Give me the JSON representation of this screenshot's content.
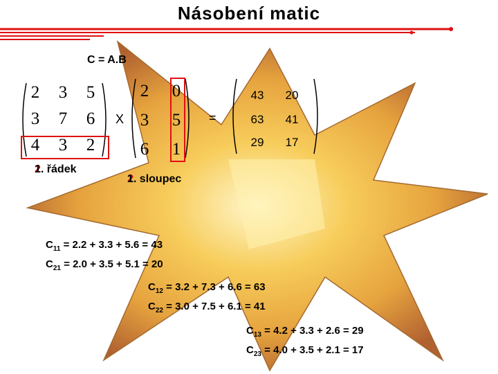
{
  "slide": {
    "title": "Násobení matic",
    "formula": "C = A.B",
    "times_sign": "X",
    "equals_sign": "="
  },
  "matrix_a": {
    "rows": [
      [
        "2",
        "3",
        "5"
      ],
      [
        "3",
        "7",
        "6"
      ],
      [
        "4",
        "3",
        "2"
      ]
    ]
  },
  "matrix_b": {
    "rows": [
      [
        "2",
        "0"
      ],
      [
        "3",
        "5"
      ],
      [
        "6",
        "1"
      ]
    ]
  },
  "matrix_c": {
    "rows": [
      [
        "43",
        "20"
      ],
      [
        "63",
        "41"
      ],
      [
        "29",
        "17"
      ]
    ]
  },
  "row_indicator": {
    "ghost_number": "2",
    "number": "1",
    "text": ". řádek"
  },
  "column_indicator": {
    "ghost_number": "2",
    "number": "1",
    "text": ". sloupec"
  },
  "calculations": [
    {
      "var": "C",
      "idx": "11",
      "expr": " = 2.2 + 3.3 + 5.6 = 43"
    },
    {
      "var": "C",
      "idx": "21",
      "expr": " = 2.0 + 3.5 + 5.1 = 20"
    },
    {
      "var": "C",
      "idx": "12",
      "expr": " = 3.2 + 7.3 + 6.6 = 63"
    },
    {
      "var": "C",
      "idx": "22",
      "expr": " = 3.0 + 7.5 + 6.1 = 41"
    },
    {
      "var": "C",
      "idx": "13",
      "expr": " = 4.2 + 3.3 + 2.6 = 29"
    },
    {
      "var": "C",
      "idx": "23",
      "expr": " = 4.0 + 3.5 + 2.1 = 17"
    }
  ],
  "colors": {
    "accent": "#e01010",
    "star_fill": "#f5b82e",
    "star_dark": "#b0601a"
  }
}
